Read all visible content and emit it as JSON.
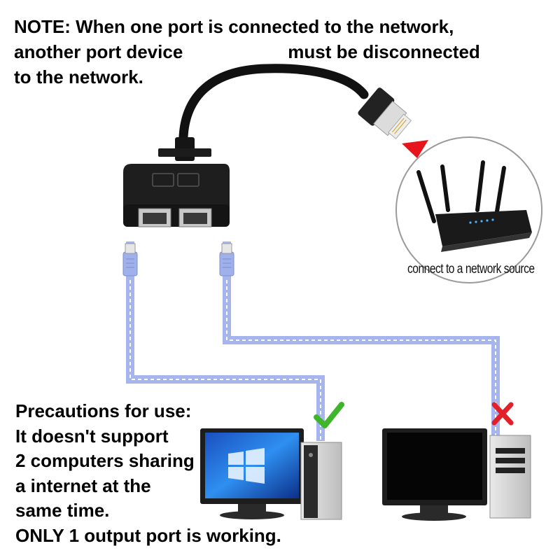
{
  "note": {
    "line1": "NOTE: When one port is connected to the network,",
    "line2a": "another port device",
    "line2b": "must be disconnected",
    "line3": "to the network."
  },
  "router": {
    "caption": "connect to a network source"
  },
  "precautions": {
    "heading": "Precautions for use:",
    "lines": [
      "It doesn't support",
      "2 computers sharing",
      "a internet at the",
      "same time.",
      "ONLY 1 output port is working."
    ]
  },
  "status": {
    "left_ok": "check-mark",
    "right_blocked": "x-mark"
  },
  "colors": {
    "cable_blue": "#a7b5ee",
    "cable_stripe": "#ffffff",
    "check_green": "#3fb52c",
    "x_red": "#e3202a",
    "arrow_red": "#e8141c"
  }
}
